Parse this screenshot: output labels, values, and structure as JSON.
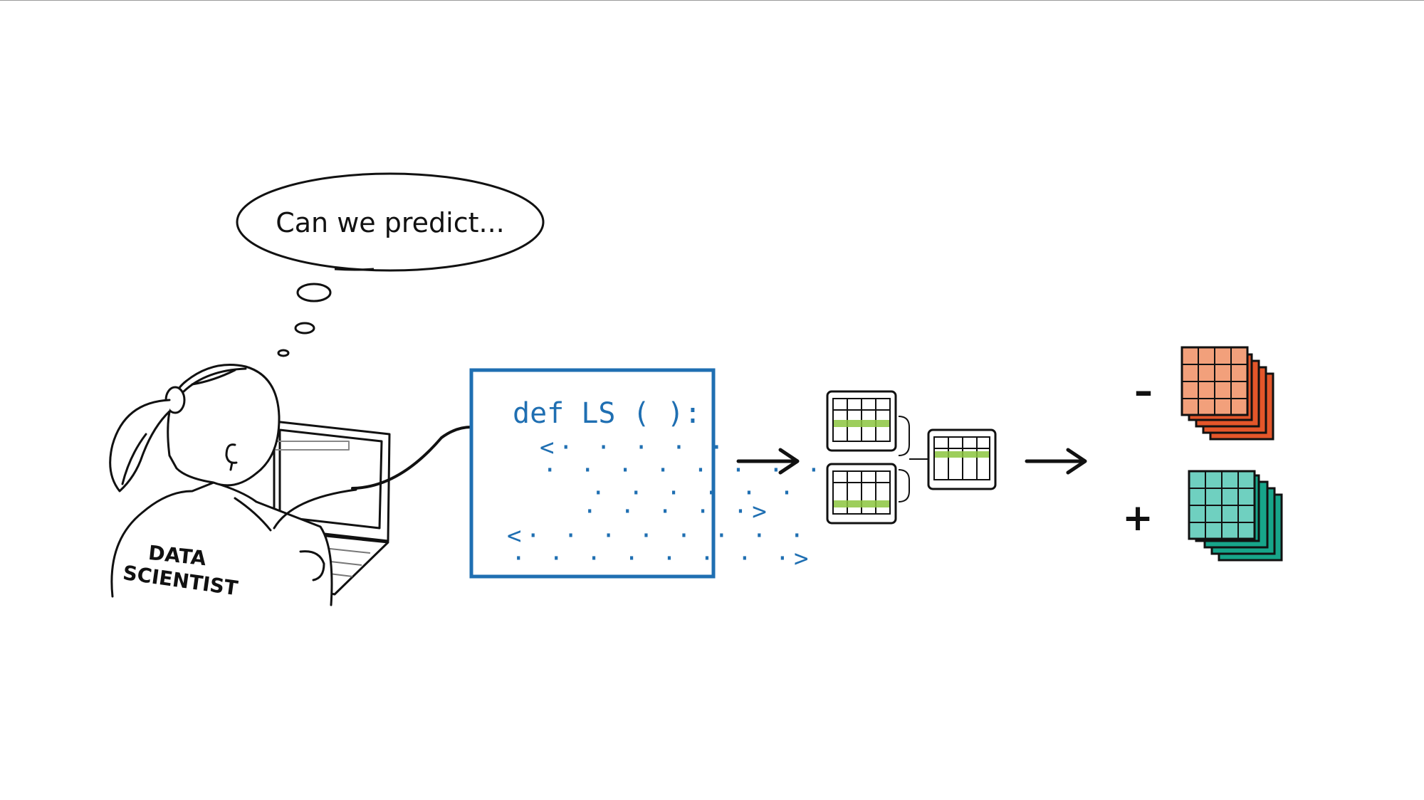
{
  "thought": {
    "text": "Can we predict..."
  },
  "person": {
    "shirt_line1": "DATA",
    "shirt_line2": "SCIENTIST"
  },
  "code_box": {
    "header": "def LS ( ):",
    "lines": [
      "<· · · · ·",
      "· · · · · · · · ;",
      "· · · · · ·",
      "· · · · ·>",
      "<· · · · · · · ·",
      "· · · · · · · ·>"
    ]
  },
  "signs": {
    "negative": "–",
    "positive": "+"
  },
  "colors": {
    "ink": "#111111",
    "code_blue": "#1f6fb2",
    "highlight_green": "#8cc63f",
    "negative_light": "#f2a07b",
    "negative_dark": "#e4562a",
    "positive_light": "#6fd0c0",
    "positive_dark": "#17a58a"
  }
}
